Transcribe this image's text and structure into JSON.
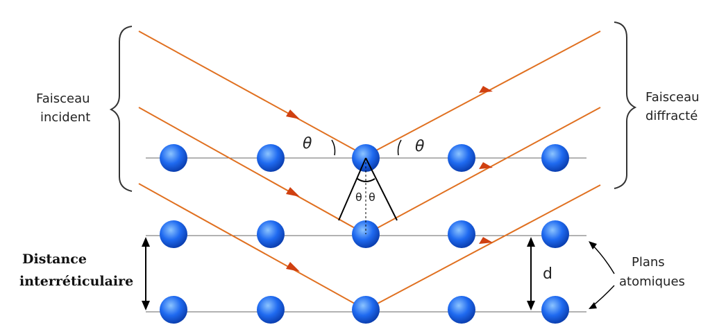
{
  "labels": {
    "incident_line1": "Faisceau",
    "incident_line2": "incident",
    "diffracted_line1": "Faisceau",
    "diffracted_line2": "diffracté",
    "distance_line1": "Distance",
    "distance_line2": "interréticulaire",
    "planes_line1": "Plans",
    "planes_line2": "atomiques",
    "d_label": "d",
    "theta_left": "θ",
    "theta_right": "θ",
    "theta_center_left": "θ",
    "theta_center_right": "θ"
  },
  "colors": {
    "ray": "#e07020",
    "atom": "#1a5fe0",
    "atom_highlight": "#6fb0ff",
    "plane_line": "#555555",
    "annotation": "#000000"
  }
}
